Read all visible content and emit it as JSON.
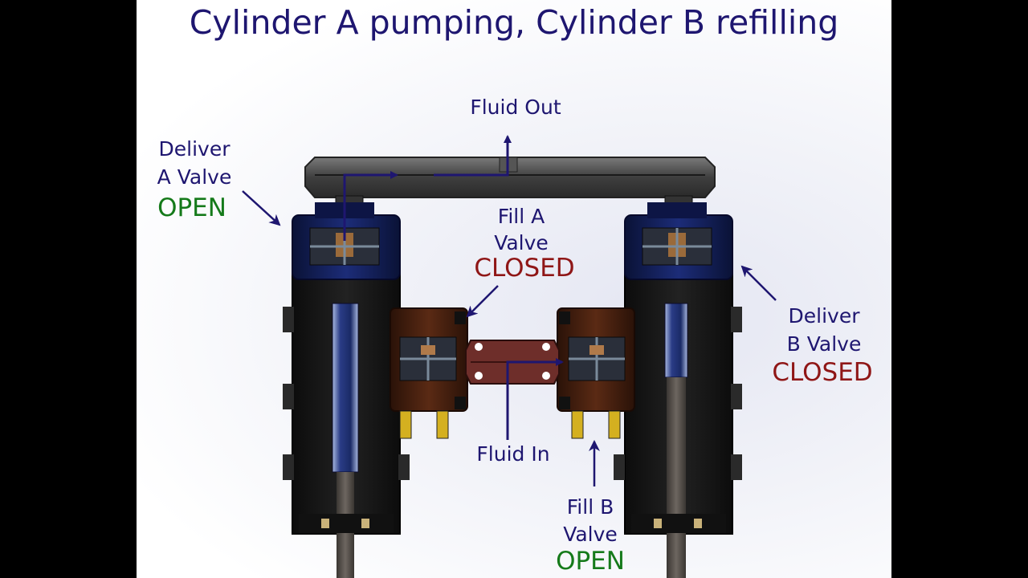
{
  "title": "Cylinder A pumping, Cylinder B refilling",
  "labels": {
    "fluid_out": "Fluid Out",
    "fluid_in": "Fluid In",
    "deliver_a": {
      "line1": "Deliver",
      "line2": "A Valve",
      "state": "OPEN"
    },
    "fill_a": {
      "line1": "Fill A",
      "line2": "Valve",
      "state": "CLOSED"
    },
    "deliver_b": {
      "line1": "Deliver",
      "line2": "B Valve",
      "state": "CLOSED"
    },
    "fill_b": {
      "line1": "Fill B",
      "line2": "Valve",
      "state": "OPEN"
    }
  },
  "colors": {
    "title_text": "#1e1670",
    "open": "#157a1a",
    "closed": "#8f1616",
    "flow_arrow": "#1e1670",
    "deliver_valve_block": "#0e1a4a",
    "fill_valve_block": "#3a1a0e",
    "cylinder_body": "#151515",
    "manifold": "#4a4a4a"
  }
}
